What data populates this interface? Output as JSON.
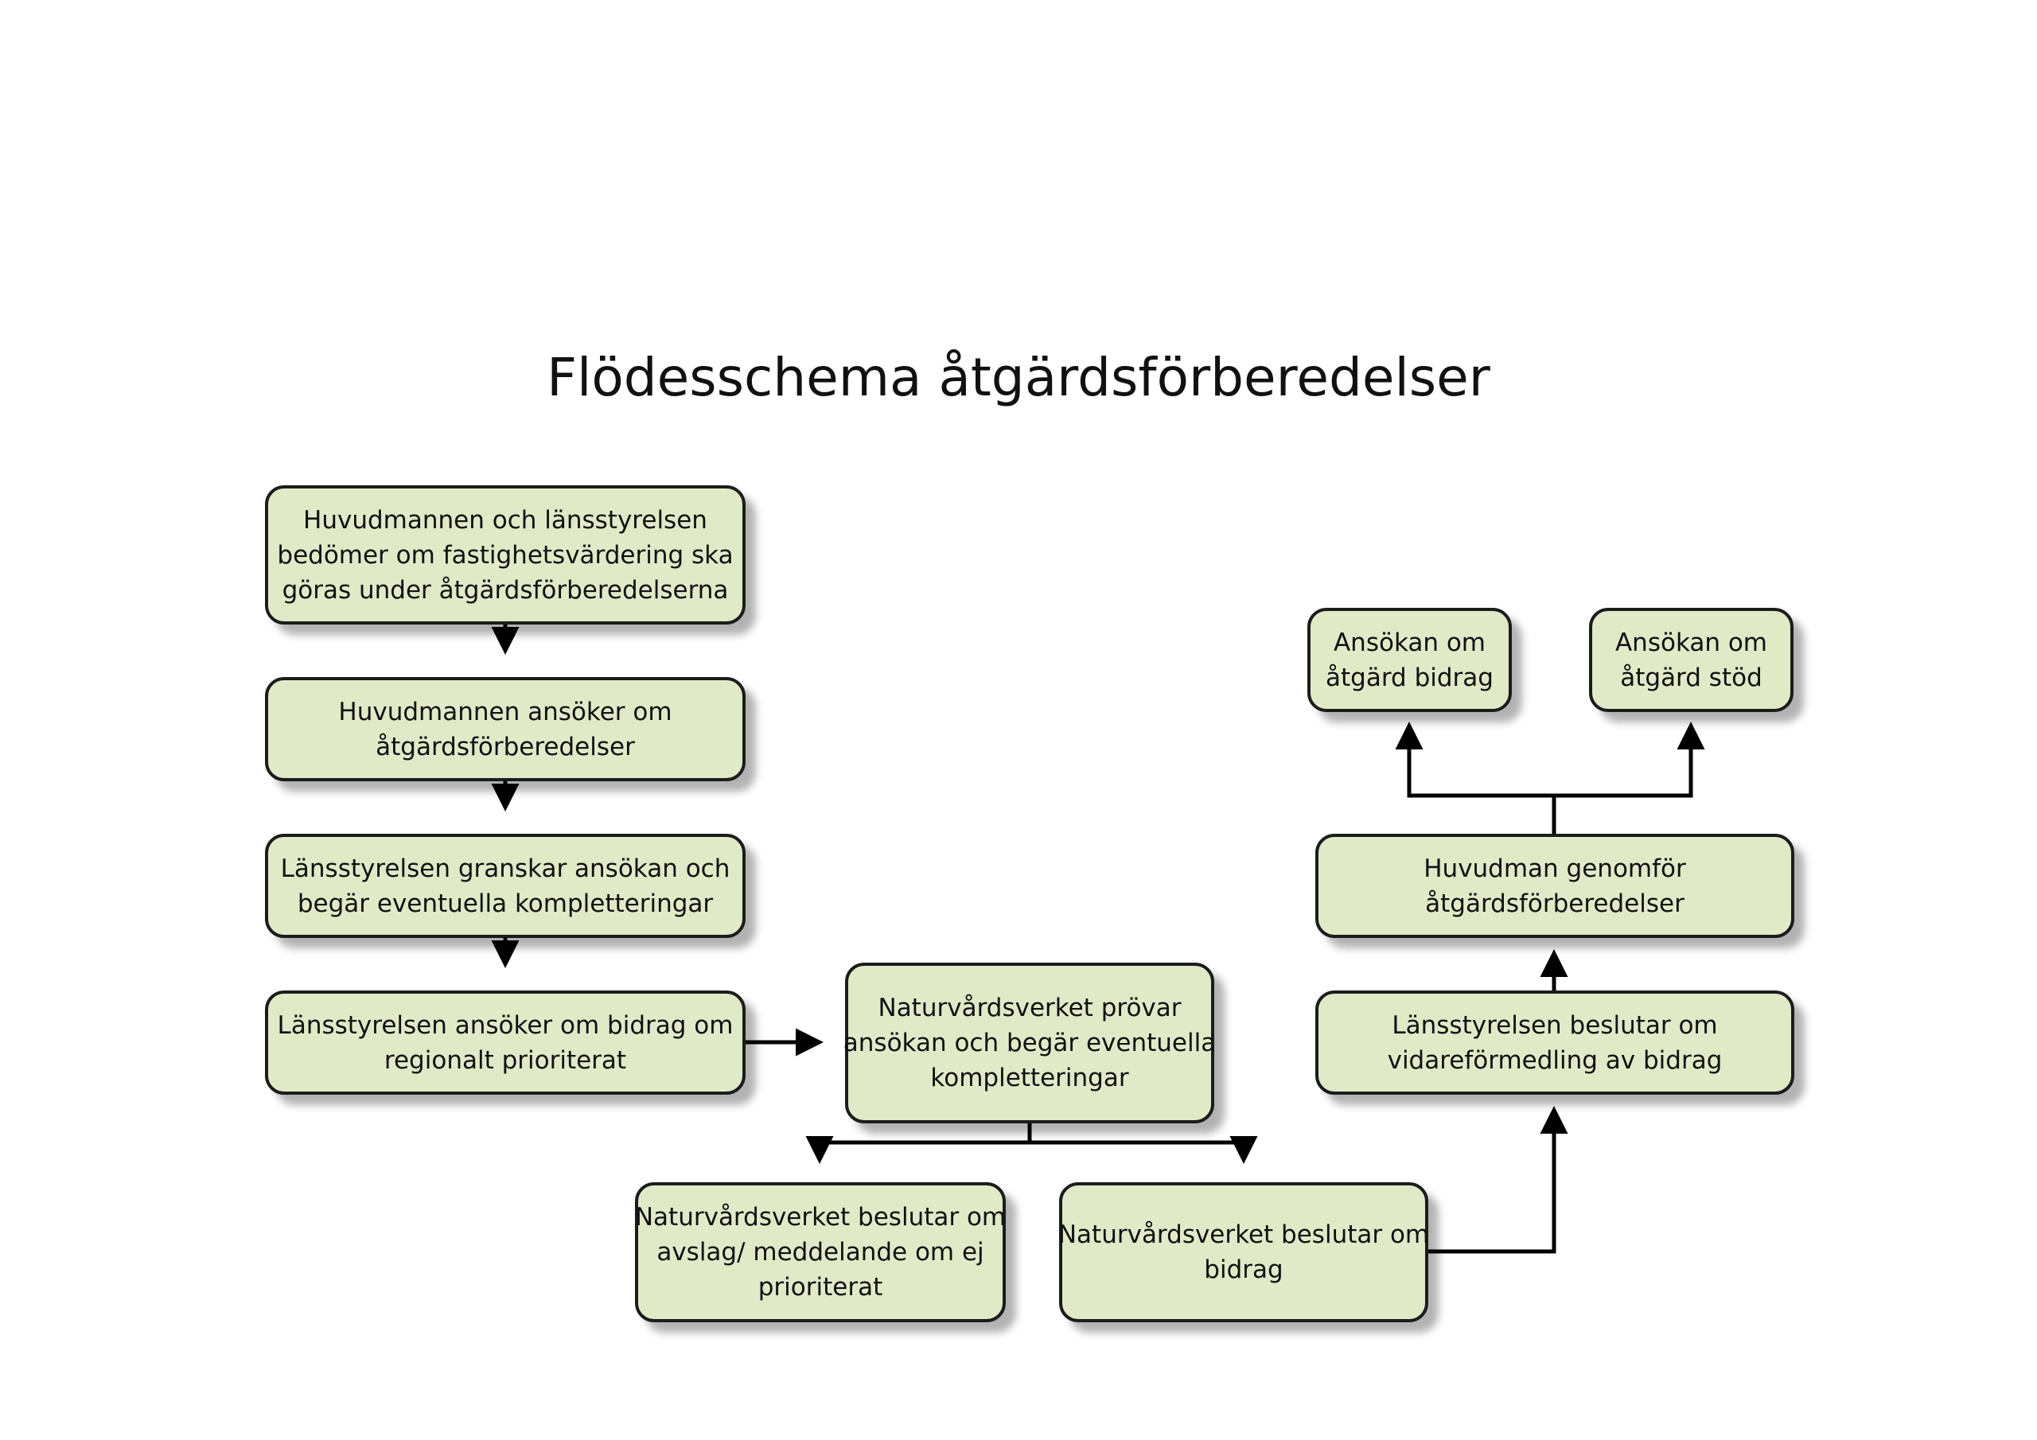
{
  "diagram": {
    "title": "Flödesschema åtgärdsförberedelser",
    "nodes": {
      "n1": [
        "Huvudmannen och länsstyrelsen",
        "bedömer om fastighetsvärdering ska",
        "göras under åtgärdsförberedelserna"
      ],
      "n2": [
        "Huvudmannen ansöker om",
        "åtgärdsförberedelser"
      ],
      "n3": [
        "Länsstyrelsen granskar ansökan och",
        "begär eventuella kompletteringar"
      ],
      "n4": [
        "Länsstyrelsen ansöker om bidrag om",
        "regionalt prioriterat"
      ],
      "n5": [
        "Naturvårdsverket prövar",
        "ansökan och begär eventuella",
        "kompletteringar"
      ],
      "n6": [
        "Naturvårdsverket beslutar om",
        "avslag/ meddelande om ej",
        "prioriterat"
      ],
      "n7": [
        "Naturvårdsverket beslutar om",
        "bidrag"
      ],
      "n8": [
        "Länsstyrelsen beslutar om",
        "vidareförmedling av bidrag"
      ],
      "n9": [
        "Huvudman genomför",
        "åtgärdsförberedelser"
      ],
      "n10": [
        "Ansökan om",
        "åtgärd bidrag"
      ],
      "n11": [
        "Ansökan om",
        "åtgärd stöd"
      ]
    },
    "edges": [
      {
        "from": "n1",
        "to": "n2"
      },
      {
        "from": "n2",
        "to": "n3"
      },
      {
        "from": "n3",
        "to": "n4"
      },
      {
        "from": "n4",
        "to": "n5"
      },
      {
        "from": "n5",
        "to": "n6"
      },
      {
        "from": "n5",
        "to": "n7"
      },
      {
        "from": "n7",
        "to": "n8"
      },
      {
        "from": "n8",
        "to": "n9"
      },
      {
        "from": "n9",
        "to": "n10"
      },
      {
        "from": "n9",
        "to": "n11"
      }
    ],
    "colors": {
      "node_fill": "#e0eac7",
      "node_border": "#1c1c1c",
      "connector": "#000000"
    }
  }
}
